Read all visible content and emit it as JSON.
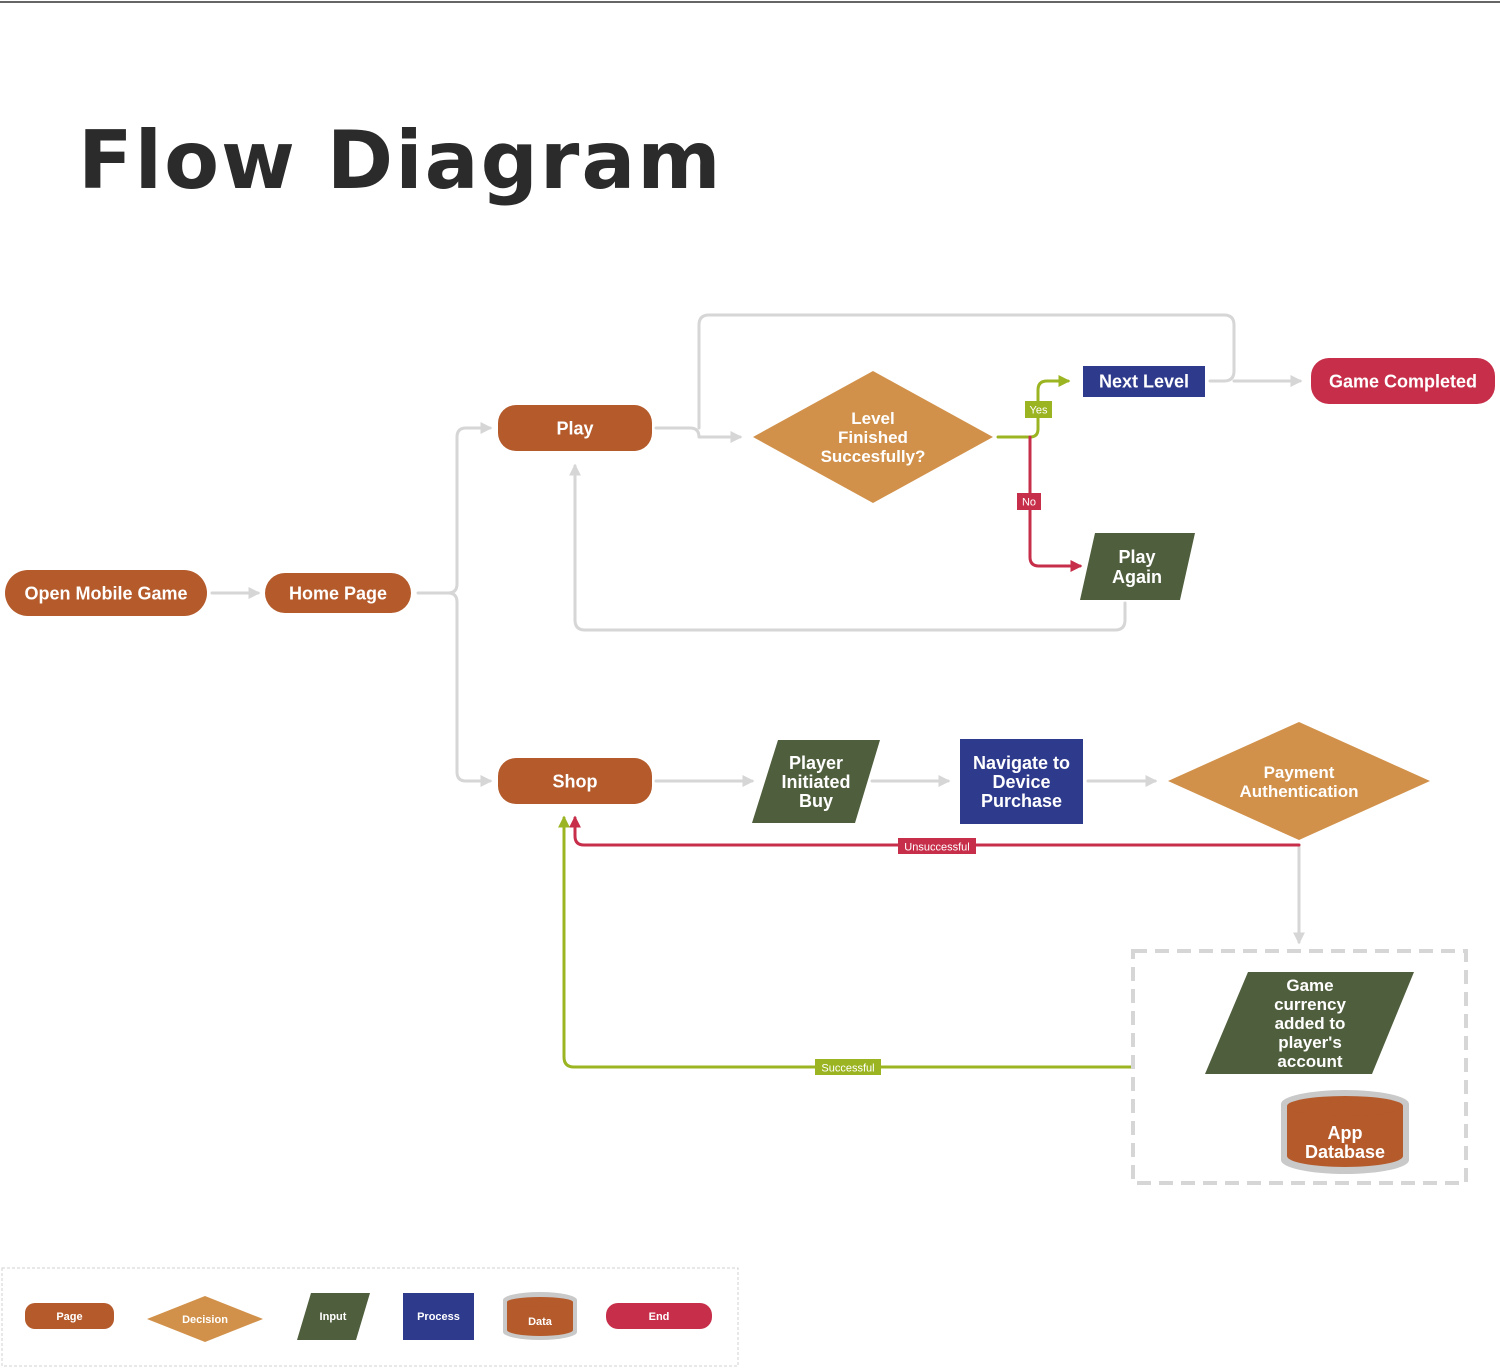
{
  "title": "Flow Diagram",
  "colors": {
    "page": "#B45A2B",
    "decision": "#D1914A",
    "input": "#4F5E3D",
    "process": "#2E3A8C",
    "end": "#C72E4A",
    "data_body": "#B45A2B",
    "data_rim": "#C9C9C9",
    "arrow": "#D6D6D6",
    "success": "#9BB422",
    "failure": "#C72E4A"
  },
  "nodes": {
    "open_mobile_game": "Open Mobile Game",
    "home_page": "Home Page",
    "play": "Play",
    "level_finished": [
      "Level",
      "Finished",
      "Succesfully?"
    ],
    "next_level": "Next Level",
    "game_completed": "Game Completed",
    "play_again": [
      "Play",
      "Again"
    ],
    "shop": "Shop",
    "player_initiated_buy": [
      "Player",
      "Initiated",
      "Buy"
    ],
    "navigate_device_purchase": [
      "Navigate to",
      "Device",
      "Purchase"
    ],
    "payment_authentication": [
      "Payment",
      "Authentication"
    ],
    "currency_added": [
      "Game",
      "currency",
      "added to",
      "player's",
      "account"
    ],
    "app_database": [
      "App",
      "Database"
    ]
  },
  "edge_labels": {
    "yes": "Yes",
    "no": "No",
    "unsuccessful": "Unsuccessful",
    "successful": "Successful"
  },
  "legend": {
    "page": "Page",
    "decision": "Decision",
    "input": "Input",
    "process": "Process",
    "data": "Data",
    "end": "End"
  }
}
